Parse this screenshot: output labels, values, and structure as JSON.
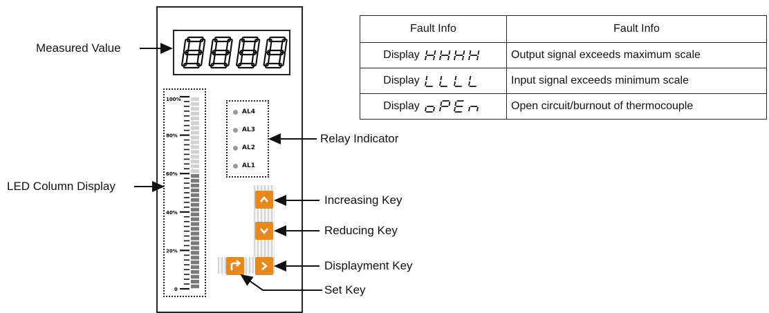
{
  "display": {
    "digits": "8888",
    "segment_color": "#111111"
  },
  "bar_graph": {
    "tick_labels": [
      "100%",
      "80%",
      "60%",
      "40%",
      "20%",
      "0"
    ],
    "lit_fraction": 0.6,
    "lit_color": "#7a7a7a",
    "unlit_color": "#d2d2d2"
  },
  "relays": [
    {
      "label": "AL4"
    },
    {
      "label": "AL3"
    },
    {
      "label": "AL2"
    },
    {
      "label": "AL1"
    }
  ],
  "keys": {
    "increase_icon": "chevron-up-icon",
    "reduce_icon": "chevron-down-icon",
    "display_icon": "chevron-right-icon",
    "set_icon": "return-arrow-icon",
    "key_color": "#e8891e"
  },
  "callouts": {
    "measured_value": "Measured Value",
    "relay_indicator": "Relay Indicator",
    "led_column": "LED Column Display",
    "increasing_key": "Increasing Key",
    "reducing_key": "Reducing Key",
    "displayment_key": "Displayment Key",
    "set_key": "Set Key"
  },
  "fault_table": {
    "headers": [
      "Fault Info",
      "Fault Info"
    ],
    "rows": [
      {
        "prefix": "Display",
        "code": "HHHH",
        "info": "Output signal exceeds maximum scale"
      },
      {
        "prefix": "Display",
        "code": "LLLL",
        "info": "Input signal exceeds minimum scale"
      },
      {
        "prefix": "Display",
        "code": "oPEn",
        "info": "Open circuit/burnout of thermocouple"
      }
    ]
  }
}
